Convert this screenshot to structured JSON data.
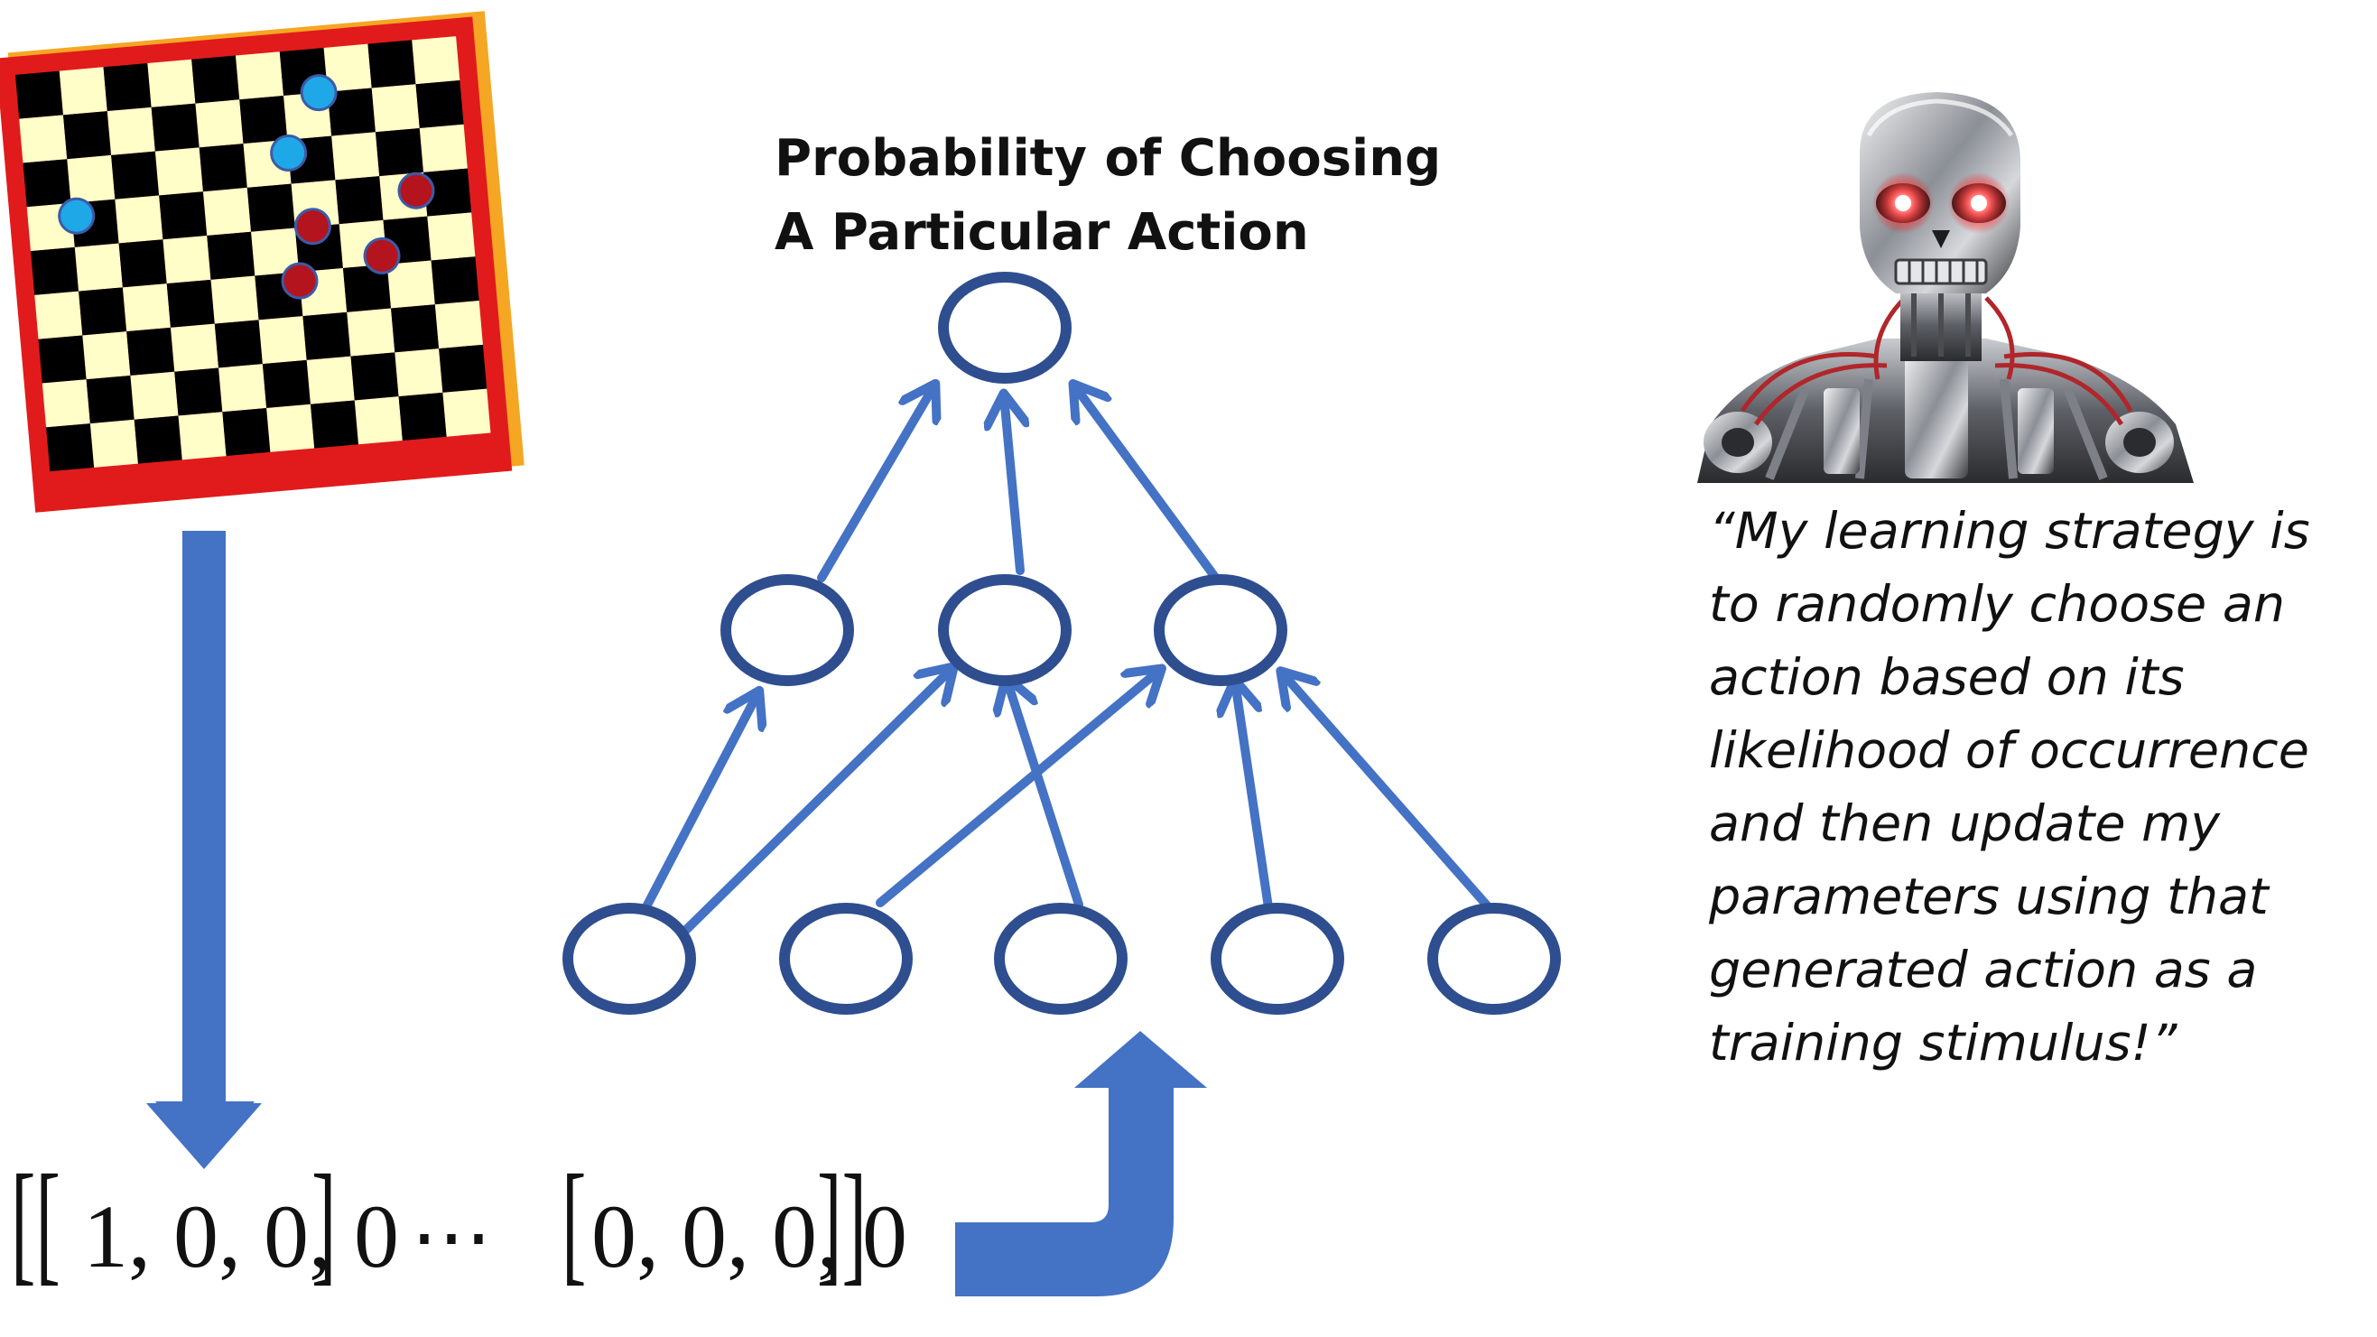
{
  "diagram": {
    "output_label_line1": "Probability of Choosing",
    "output_label_line2": "A Particular Action",
    "quote_lines": [
      "“My learning strategy is",
      "to randomly choose an",
      "action based on its",
      "likelihood of occurrence",
      "and then update my",
      "parameters using that",
      "generated action as a",
      "training stimulus!”"
    ],
    "vector_open": "[[",
    "vector_first": "1, 0, 0, 0",
    "vector_first_close": "]",
    "vector_dots": "⋯",
    "vector_last_open": "[",
    "vector_last": "0, 0, 0, 0",
    "vector_close": "]]",
    "colors": {
      "node_stroke": "#2E4E8F",
      "edge": "#4472C4",
      "block_arrow": "#4472C4",
      "board_border": "#E11B1B",
      "board_shadow": "#F5A623",
      "board_light": "#FFFDC8",
      "board_dark": "#000000",
      "piece_blue": "#1FA8E8",
      "piece_red": "#B3141E"
    },
    "icons": [
      "checkers-board-icon",
      "terminator-robot-icon"
    ]
  }
}
